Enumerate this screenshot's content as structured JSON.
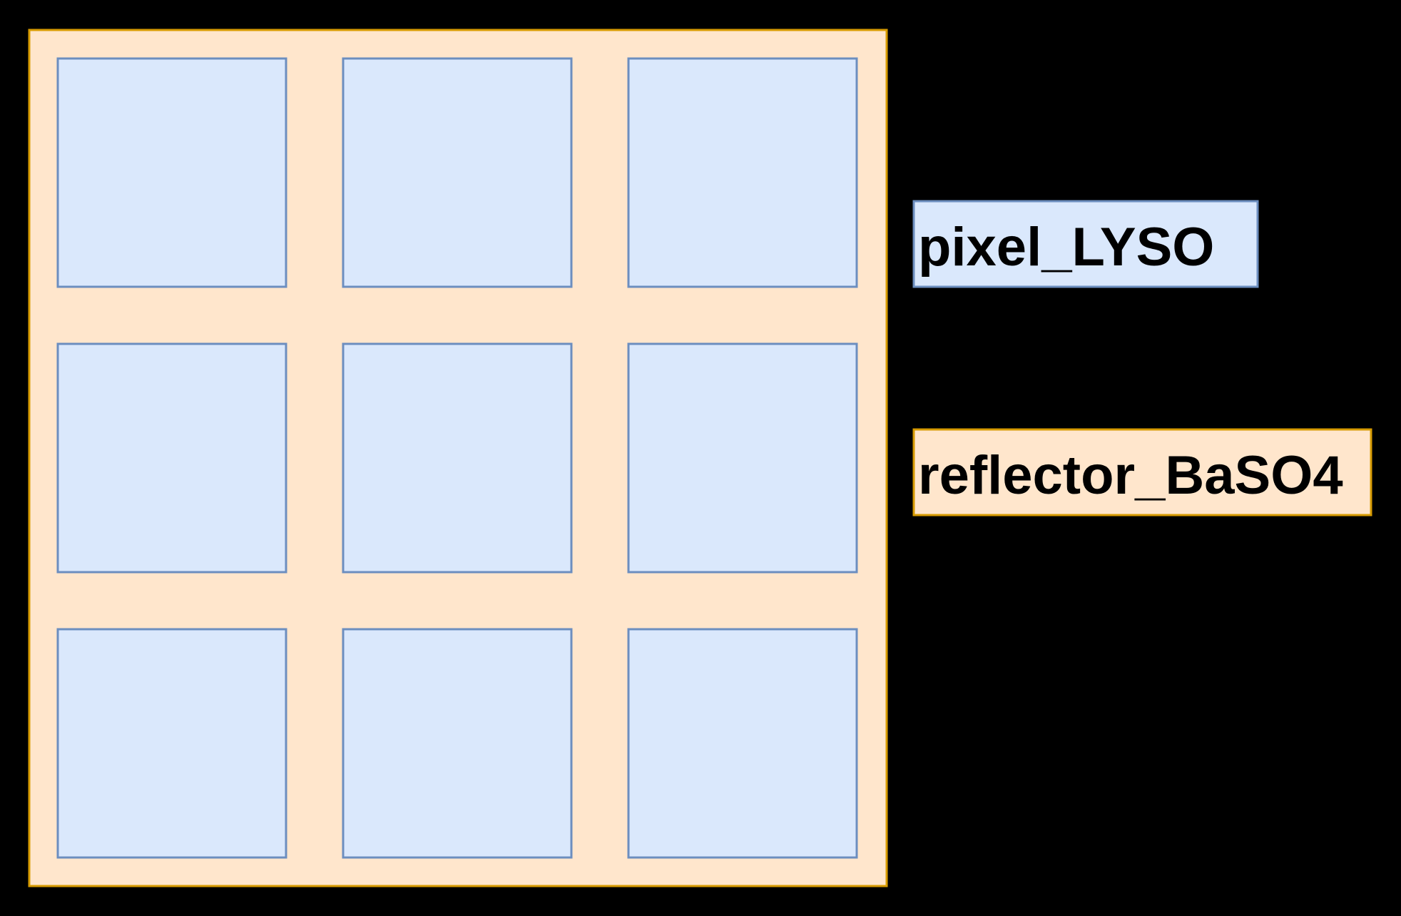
{
  "diagram": {
    "background_color": "#000000",
    "reflector": {
      "fill": "#FFE6CC",
      "stroke": "#D79B00"
    },
    "pixel": {
      "fill": "#DAE8FC",
      "stroke": "#6C8EBF"
    },
    "grid": {
      "rows": 3,
      "columns": 3
    },
    "legend": {
      "pixel_label": "pixel_LYSO",
      "reflector_label": "reflector_BaSO4"
    }
  }
}
